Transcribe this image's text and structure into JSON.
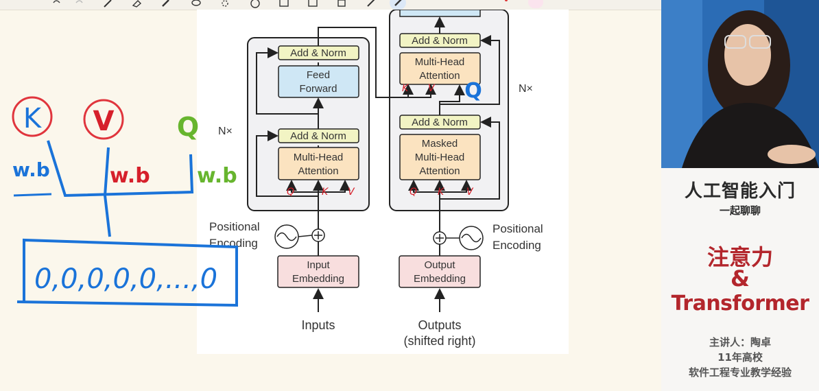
{
  "toolbar": {
    "icons": [
      "undo-icon",
      "redo-icon",
      "pen-icon",
      "eraser-icon",
      "highlighter-icon",
      "lasso-icon",
      "shape-icon",
      "color-icon",
      "image-icon",
      "text-icon",
      "stamp-icon",
      "ruler-icon",
      "link-icon"
    ]
  },
  "diagram": {
    "encoder": {
      "add_norm_top": "Add & Norm",
      "feed_forward_line1": "Feed",
      "feed_forward_line2": "Forward",
      "add_norm_bottom": "Add & Norm",
      "mha_line1": "Multi-Head",
      "mha_line2": "Attention",
      "nx": "N×",
      "pos_enc_line1": "Positional",
      "pos_enc_line2": "Encoding",
      "embed_line1": "Input",
      "embed_line2": "Embedding",
      "input_label": "Inputs"
    },
    "decoder": {
      "add_norm_top": "Add & Norm",
      "mha_line1": "Multi-Head",
      "mha_line2": "Attention",
      "add_norm_mid": "Add & Norm",
      "masked_line1": "Masked",
      "masked_line2": "Multi-Head",
      "masked_line3": "Attention",
      "nx": "N×",
      "pos_enc_line1": "Positional",
      "pos_enc_line2": "Encoding",
      "embed_line1": "Output",
      "embed_line2": "Embedding",
      "output_label_line1": "Outputs",
      "output_label_line2": "(shifted right)"
    },
    "colors": {
      "add_norm": "#f2f4c4",
      "feed_forward": "#cfe7f5",
      "attention": "#fbe3c0",
      "embedding": "#f8dede",
      "block_bg": "#f1f1f3"
    }
  },
  "annotations": {
    "k": "K",
    "v": "V",
    "q": "Q",
    "wb1": "w.b",
    "wb2": "w.b",
    "wb3": "w.b",
    "vector": "0,0,0,0,0,...,0",
    "enc_qkv": [
      "Q",
      "K",
      "V"
    ],
    "dec_qkv": [
      "Q",
      "K",
      "V"
    ],
    "cross_kv": [
      "K",
      "V"
    ],
    "cross_q": "Q"
  },
  "sidebar": {
    "title": "人工智能入门",
    "subtitle": "一起聊聊",
    "topic1": "注意力",
    "amp": "&",
    "topic2": "Transformer",
    "lecturer": "主讲人：陶卓",
    "info1": "11年高校",
    "info2": "软件工程专业教学经验"
  }
}
